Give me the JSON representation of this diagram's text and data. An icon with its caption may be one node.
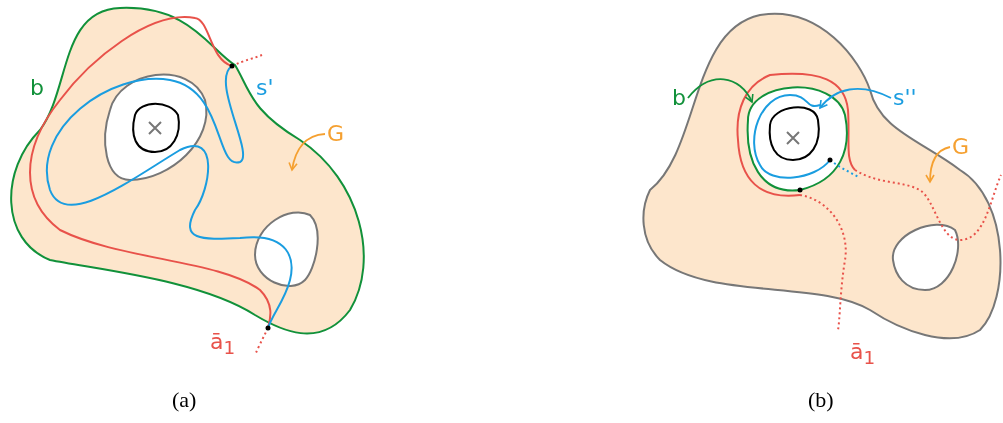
{
  "diagram": {
    "nodes": [
      {
        "text": [
          "G"
        ]
      },
      {
        "text": [
          "b"
        ]
      },
      {
        "text": [
          "s''"
        ]
      },
      {
        "text": [
          "G"
        ]
      }
    ],
    "edges": [
      {
        "from": 0,
        "to": null,
        "arrow": "to"
      },
      {
        "from": 1,
        "to": null,
        "arrow": "to",
        "color": "#11913a"
      },
      {
        "from": 2,
        "to": null,
        "arrow": "to",
        "color": "#1a9de0"
      },
      {
        "from": 3,
        "to": null,
        "arrow": "to"
      }
    ],
    "labels": [
      "b",
      "s'",
      "ā$_{1}$",
      "ā$_{1}$",
      "(a)",
      "(b)"
    ]
  }
}
